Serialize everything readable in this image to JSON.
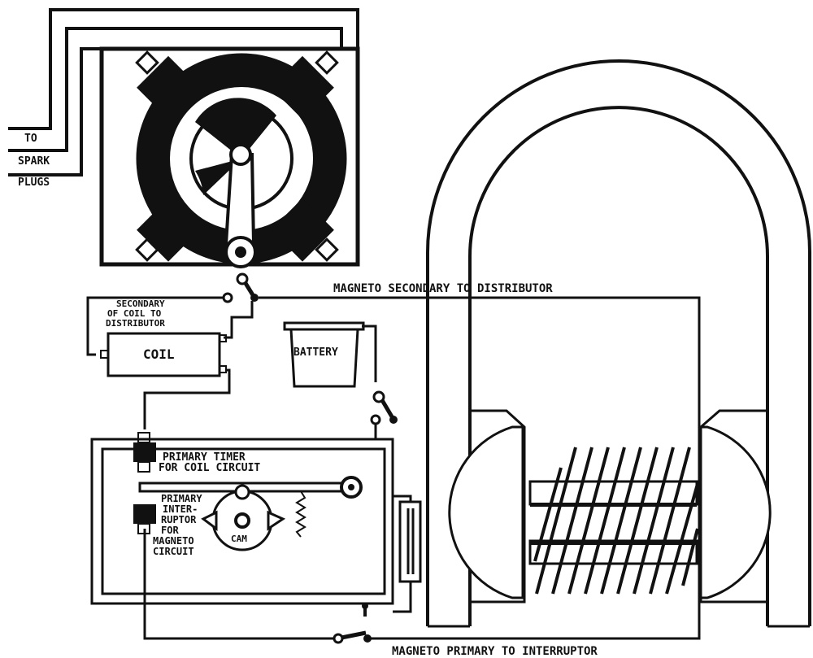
{
  "labels": {
    "to": "TO",
    "spark": "SPARK",
    "plugs": "PLUGS",
    "secondary_coil_1": "SECONDARY",
    "secondary_coil_2": "OF COIL TO",
    "secondary_coil_3": "DISTRIBUTOR",
    "coil": "COIL",
    "battery": "BATTERY",
    "magneto_secondary": "MAGNETO SECONDARY TO DISTRIBUTOR",
    "primary_timer_1": "PRIMARY TIMER",
    "primary_timer_2": "FOR COIL CIRCUIT",
    "interruptor_1": "PRIMARY",
    "interruptor_2": "INTER-",
    "interruptor_3": "RUPTOR",
    "interruptor_4": "FOR",
    "interruptor_5": "MAGNETO",
    "interruptor_6": "CIRCUIT",
    "cam": "CAM",
    "magneto_primary": "MAGNETO PRIMARY TO INTERRUPTOR"
  }
}
